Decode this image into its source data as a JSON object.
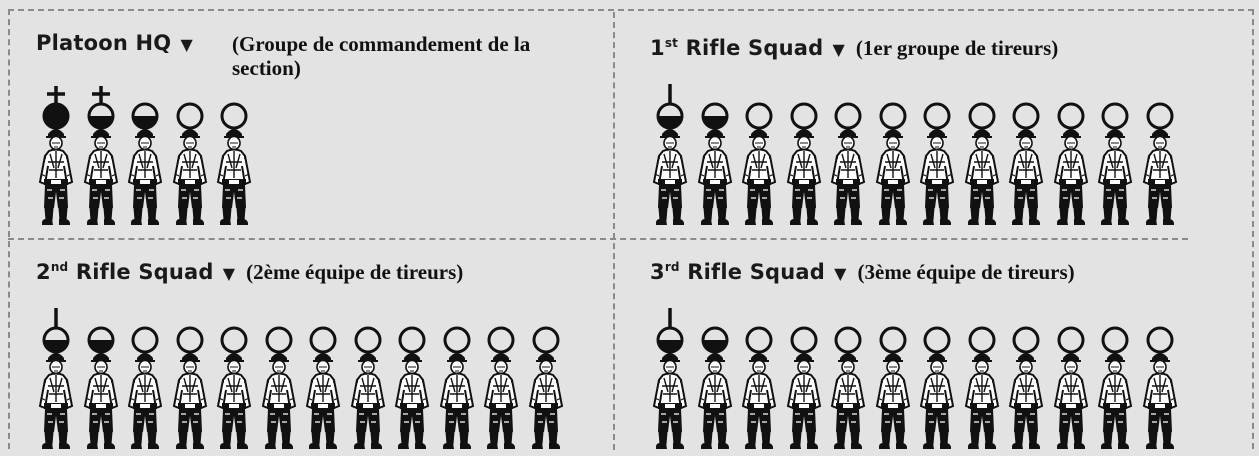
{
  "colors": {
    "ink": "#111111",
    "background": "#e3e3e3",
    "divider": "#8a8a8a"
  },
  "panels": [
    {
      "id": "hq",
      "title_text": "Platoon HQ",
      "title_sup": "",
      "arrow": "▼",
      "subtitle": "(Groupe de commandement de la section)",
      "markers": [
        "full-cross",
        "half-cross",
        "half",
        "empty",
        "empty"
      ]
    },
    {
      "id": "s1",
      "title_text": "1",
      "title_sup": "st",
      "title_rest": " Rifle Squad",
      "arrow": "▼",
      "subtitle": "(1er groupe de tireurs)",
      "markers": [
        "half-stem",
        "half",
        "empty",
        "empty",
        "empty",
        "empty",
        "empty",
        "empty",
        "empty",
        "empty",
        "empty",
        "empty"
      ]
    },
    {
      "id": "s2",
      "title_text": "2",
      "title_sup": "nd",
      "title_rest": " Rifle Squad",
      "arrow": "▼",
      "subtitle": "(2ème équipe de tireurs)",
      "markers": [
        "half-stem",
        "half",
        "empty",
        "empty",
        "empty",
        "empty",
        "empty",
        "empty",
        "empty",
        "empty",
        "empty",
        "empty"
      ]
    },
    {
      "id": "s3",
      "title_text": "3",
      "title_sup": "rd",
      "title_rest": " Rifle Squad",
      "arrow": "▼",
      "subtitle": "(3ème équipe de tireurs)",
      "markers": [
        "half-stem",
        "half",
        "empty",
        "empty",
        "empty",
        "empty",
        "empty",
        "empty",
        "empty",
        "empty",
        "empty",
        "empty"
      ]
    }
  ]
}
